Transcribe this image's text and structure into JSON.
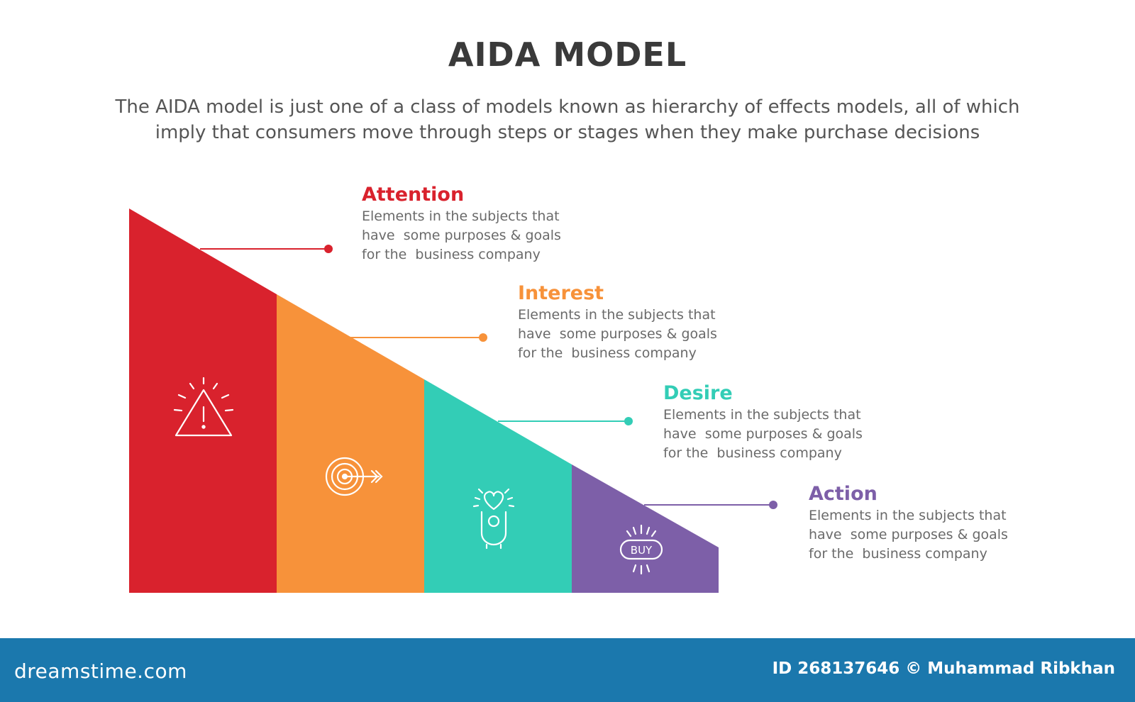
{
  "title": "AIDA MODEL",
  "subtitle": {
    "line1": "The AIDA model is just one of a class of models known as hierarchy of effects models, all of which",
    "line2": "imply that consumers move through steps or stages when they make purchase decisions"
  },
  "stages": [
    {
      "title": "Attention",
      "color": "#d9222d",
      "icon": "warning-icon",
      "desc": [
        "Elements in the subjects that",
        "have  some purposes & goals",
        "for the  business company"
      ]
    },
    {
      "title": "Interest",
      "color": "#f7923a",
      "icon": "target-icon",
      "desc": [
        "Elements in the subjects that",
        "have  some purposes & goals",
        "for the  business company"
      ]
    },
    {
      "title": "Desire",
      "color": "#33cdb6",
      "icon": "heart-hands-icon",
      "desc": [
        "Elements in the subjects that",
        "have  some purposes & goals",
        "for the  business company"
      ]
    },
    {
      "title": "Action",
      "color": "#7d5fa8",
      "icon": "buy-icon",
      "desc": [
        "Elements in the subjects that",
        "have  some purposes & goals",
        "for the  business company"
      ]
    }
  ],
  "icons": {
    "buy_label": "BUY"
  },
  "footer": {
    "brand": "dreamstime.com",
    "id_text": "ID 268137646 © Muhammad Ribkhan"
  }
}
